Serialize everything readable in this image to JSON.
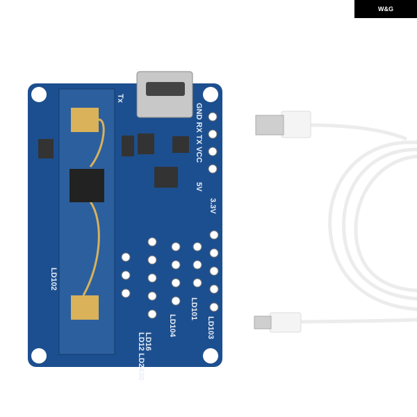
{
  "brand": {
    "logo_text": "W&G"
  },
  "board_labels": {
    "pins": "GND RX TX VCC",
    "v5": "5V",
    "v33": "3.3V",
    "tx": "Tx",
    "ld102": "LD102",
    "ld104": "LD104",
    "ld101": "LD101",
    "ld103": "LD103",
    "ld12": "LD12",
    "ld16": "LD16",
    "ld2430": "LD2430"
  },
  "colors": {
    "pcb": "#1c4f8f",
    "antenna_module": "#2c5f9e",
    "gold": "#d9b25a",
    "cable": "#f2f2f2"
  }
}
